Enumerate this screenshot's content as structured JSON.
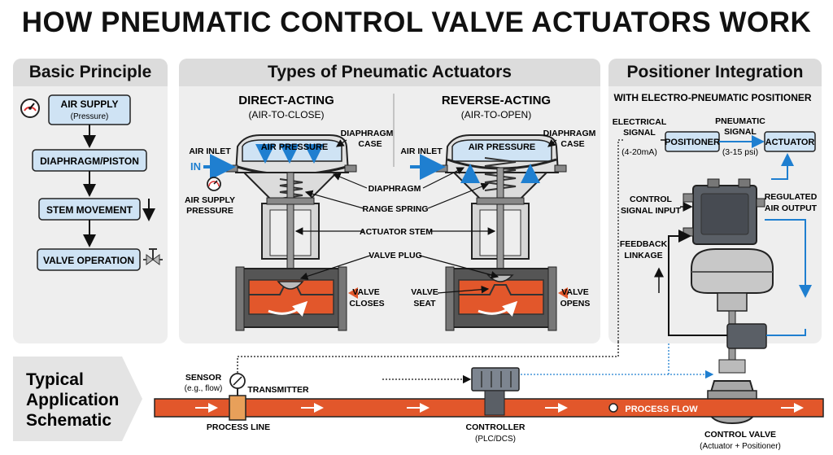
{
  "title": "HOW PNEUMATIC CONTROL VALVE ACTUATORS WORK",
  "panels": {
    "basic": {
      "heading": "Basic Principle",
      "air_supply": "AIR SUPPLY",
      "air_supply_sub": "(Pressure)",
      "diaphragm_piston": "DIAPHRAGM/PISTON",
      "stem_movement": "STEM MOVEMENT",
      "valve_operation": "VALVE OPERATION"
    },
    "types": {
      "heading": "Types of Pneumatic Actuators",
      "direct_title": "DIRECT-ACTING",
      "direct_sub": "(AIR-TO-CLOSE)",
      "reverse_title": "REVERSE-ACTING",
      "reverse_sub": "(AIR-TO-OPEN)",
      "air_pressure": "AIR PRESSURE",
      "diaphragm_case_1": "DIAPHRAGM",
      "diaphragm_case_2": "CASE",
      "air_inlet": "AIR INLET",
      "in_label": "IN",
      "air_supply_pressure_1": "AIR SUPPLY",
      "air_supply_pressure_2": "PRESSURE",
      "diaphragm": "DIAPHRAGM",
      "range_spring": "RANGE SPRING",
      "actuator_stem": "ACTUATOR STEM",
      "valve_plug": "VALVE PLUG",
      "valve_closes_1": "VALVE",
      "valve_closes_2": "CLOSES",
      "valve_seat_1": "VALVE",
      "valve_seat_2": "SEAT",
      "valve_opens_1": "VALVE",
      "valve_opens_2": "OPENS"
    },
    "positioner": {
      "heading": "Positioner Integration",
      "subheading": "WITH ELECTRO-PNEUMATIC POSITIONER",
      "electrical_1": "ELECTRICAL",
      "electrical_2": "SIGNAL",
      "electrical_3": "(4-20mA)",
      "positioner": "POSITIONER",
      "pneumatic_1": "PNEUMATIC",
      "pneumatic_2": "SIGNAL",
      "pneumatic_3": "(3-15 psi)",
      "actuator": "ACTUATOR",
      "control_signal_1": "CONTROL",
      "control_signal_2": "SIGNAL INPUT",
      "regulated_1": "REGULATED",
      "regulated_2": "AIR OUTPUT",
      "feedback_1": "FEEDBACK",
      "feedback_2": "LINKAGE"
    },
    "application": {
      "heading_1": "Typical",
      "heading_2": "Application",
      "heading_3": "Schematic",
      "sensor_1": "SENSOR",
      "sensor_2": "(e.g., flow)",
      "transmitter": "TRANSMITTER",
      "process_line": "PROCESS LINE",
      "controller_1": "CONTROLLER",
      "controller_2": "(PLC/DCS)",
      "process_flow": "PROCESS FLOW",
      "control_valve_1": "CONTROL VALVE",
      "control_valve_2": "(Actuator + Positioner)"
    }
  },
  "colors": {
    "blue": "#1f7fd0",
    "light_blue": "#cfe3f4",
    "orange": "#e2572b",
    "panel": "#eeeeee",
    "panel_head": "#dcdcdc"
  }
}
